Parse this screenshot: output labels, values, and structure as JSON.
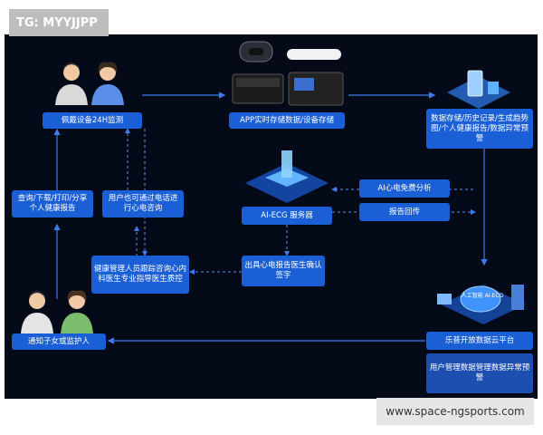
{
  "watermark_tg": "TG: MYYJJPP",
  "watermark_site": "www.space-ngsports.com",
  "nodes": {
    "wearable": "佩戴设备24H监测",
    "app": "APP实时存储数据/设备存储",
    "data_store": "数据存储/历史记录/生成趋势图/个人健康报告/数据异常预警",
    "query": "查询/下载/打印/分享个人健康报告",
    "consult": "用户也可通过电话进行心电咨询",
    "ai_analysis": "AI心电免费分析",
    "server": "AI-ECG 服务器",
    "report_back": "报告回传",
    "health_mgmt": "健康管理人员跟踪咨询心内科医生专业指导医生质控",
    "ecg_report": "出具心电报告医生确认签字",
    "notify": "通知子女或监护人",
    "cloud": "乐普开放数据云平台",
    "cloud_funcs": "用户管理数据管理数据异常预警",
    "cloud_label": "人工智能 AI-ECG"
  },
  "colors": {
    "node": "#1a5fd6",
    "arrow": "#3b7cf0",
    "background": "#050a18"
  }
}
